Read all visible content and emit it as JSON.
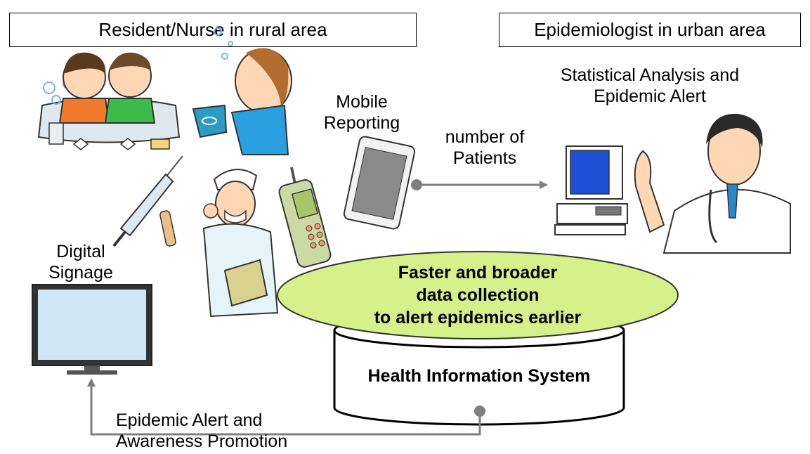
{
  "labels": {
    "rural": "Resident/Nurse in rural area",
    "urban": "Epidemiologist in urban area",
    "analysis_line1": "Statistical Analysis and",
    "analysis_line2": "Epidemic Alert",
    "mobile_line1": "Mobile",
    "mobile_line2": "Reporting",
    "patients_line1": "number of",
    "patients_line2": "Patients",
    "signage_line1": "Digital",
    "signage_line2": "Signage",
    "alert_line1": "Epidemic Alert and",
    "alert_line2": "Awareness Promotion",
    "ellipse_line1": "Faster and broader",
    "ellipse_line2": "data collection",
    "ellipse_line3": "to alert epidemics earlier",
    "db": "Health Information System"
  },
  "colors": {
    "ellipse_fill": "#d6f08a",
    "arrow": "#7f7f7f",
    "screen_blue": "#1f4fd6",
    "signage_screen": "#cfe6f7"
  },
  "icons": [
    "handwashing-children-illustration",
    "gargling-boy-illustration",
    "syringe-illustration",
    "nurse-illustration",
    "mobile-phone-illustration",
    "tablet-illustration",
    "computer-illustration",
    "doctor-illustration",
    "digital-signage-tv-illustration"
  ]
}
